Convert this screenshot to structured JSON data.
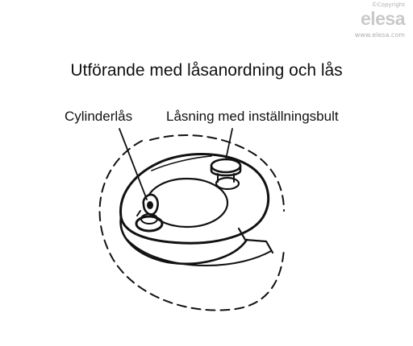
{
  "brand": {
    "copyright": "©Copyright",
    "logo_text": "elesa",
    "url": "www.elesa.com"
  },
  "title": "Utförande med låsanordning och lås",
  "callouts": {
    "cylinder_lock": "Cylinderlås",
    "locking_bolt": "Låsning med inställningsbult"
  },
  "colors": {
    "line": "#111111",
    "logo": "#c9c9c9"
  }
}
